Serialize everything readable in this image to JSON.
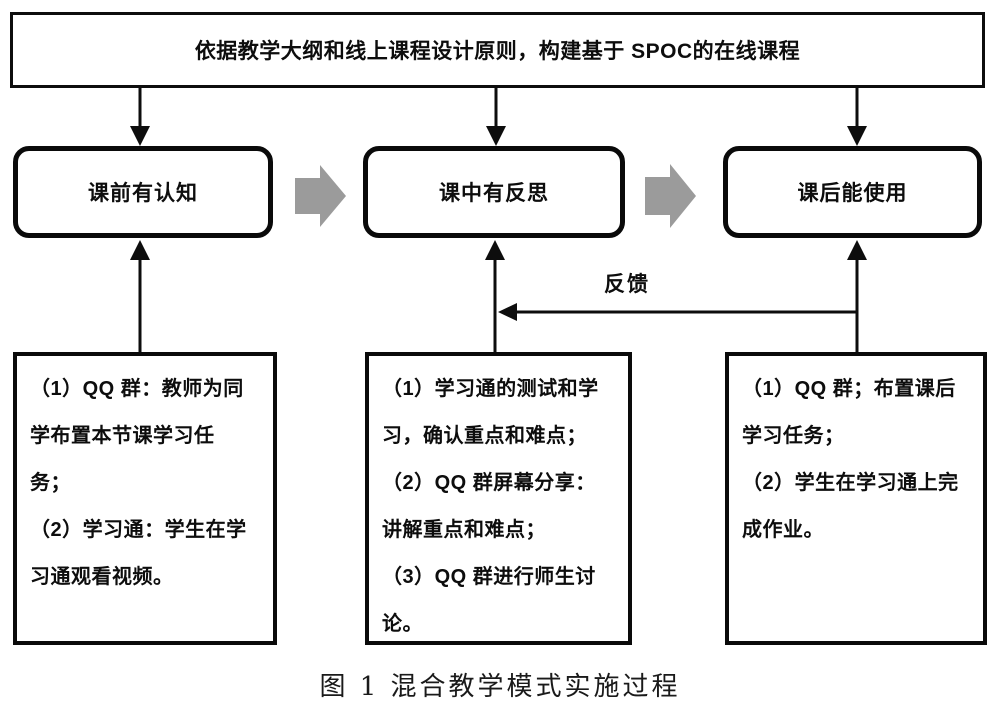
{
  "top_box": {
    "label": "依据教学大纲和线上课程设计原则，构建基于 SPOC的在线课程"
  },
  "stages": [
    {
      "label": "课前有认知"
    },
    {
      "label": "课中有反思"
    },
    {
      "label": "课后能使用"
    }
  ],
  "feedback_label": "反馈",
  "detail_boxes": [
    {
      "lines": [
        "（1）QQ 群：教师为同",
        "学布置本节课学习任",
        "务；",
        "（2）学习通：学生在学",
        "习通观看视频。"
      ]
    },
    {
      "lines": [
        "（1）学习通的测试和学",
        "习，确认重点和难点；",
        "（2）QQ 群屏幕分享：",
        "讲解重点和难点；",
        "（3）QQ 群进行师生讨",
        "论。"
      ]
    },
    {
      "lines": [
        "（1）QQ 群；布置课后",
        "学习任务；",
        "（2）学生在学习通上完",
        "成作业。"
      ]
    }
  ],
  "caption": "图 1 混合教学模式实施过程",
  "colors": {
    "border": "#0a0a0a",
    "text": "#0d0d0d",
    "arrow_gray": "#9b9b9b",
    "background": "#ffffff"
  }
}
